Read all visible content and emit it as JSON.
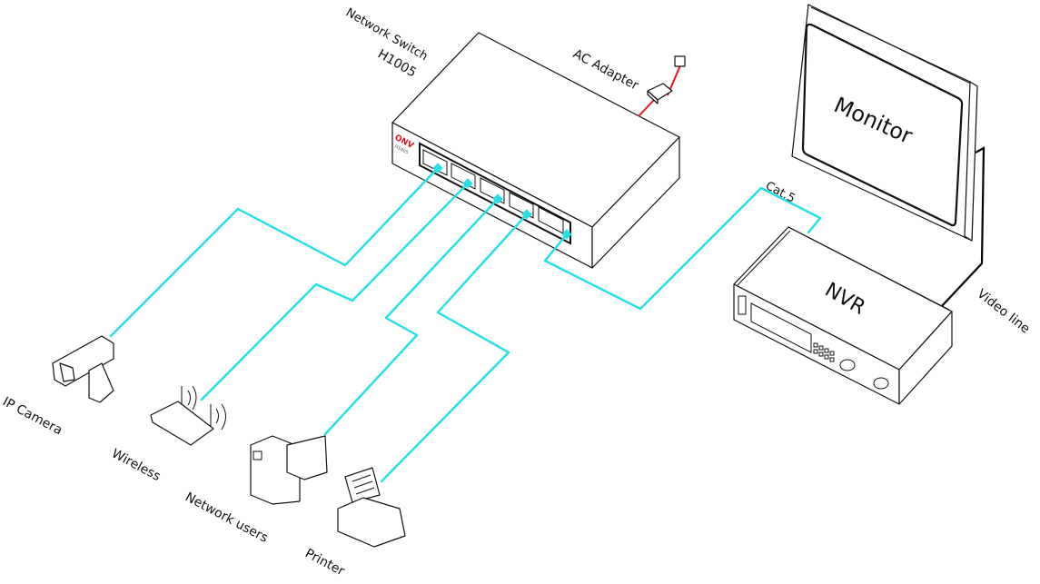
{
  "diagram": {
    "type": "network-topology",
    "colors": {
      "cable": "#22e0e6",
      "power": "#e8141e",
      "video": "#000000",
      "brand": "#e8141e"
    },
    "switch": {
      "label_line1": "Network Switch",
      "label_line2": "H1005",
      "brand": "ONV",
      "model": "H1005",
      "port_count": 5
    },
    "adapter": {
      "label": "AC Adapter"
    },
    "monitor": {
      "label": "Monitor"
    },
    "nvr": {
      "label": "NVR"
    },
    "cable_label": "Cat.5",
    "video_label": "Video line",
    "devices": [
      {
        "label": "IP Camera",
        "port": 1
      },
      {
        "label": "Wireless",
        "port": 2
      },
      {
        "label": "Network users",
        "port": 3
      },
      {
        "label": "Printer",
        "port": 4
      }
    ],
    "nvr_port": 5,
    "edges": [
      {
        "from": "Network Switch",
        "to": "IP Camera",
        "via": "port 1"
      },
      {
        "from": "Network Switch",
        "to": "Wireless",
        "via": "port 2"
      },
      {
        "from": "Network Switch",
        "to": "Network users",
        "via": "port 3"
      },
      {
        "from": "Network Switch",
        "to": "Printer",
        "via": "port 4"
      },
      {
        "from": "Network Switch",
        "to": "NVR",
        "via": "port 5 (Cat.5)"
      },
      {
        "from": "NVR",
        "to": "Monitor",
        "via": "Video line"
      },
      {
        "from": "AC Adapter",
        "to": "Network Switch",
        "via": "power"
      }
    ]
  }
}
